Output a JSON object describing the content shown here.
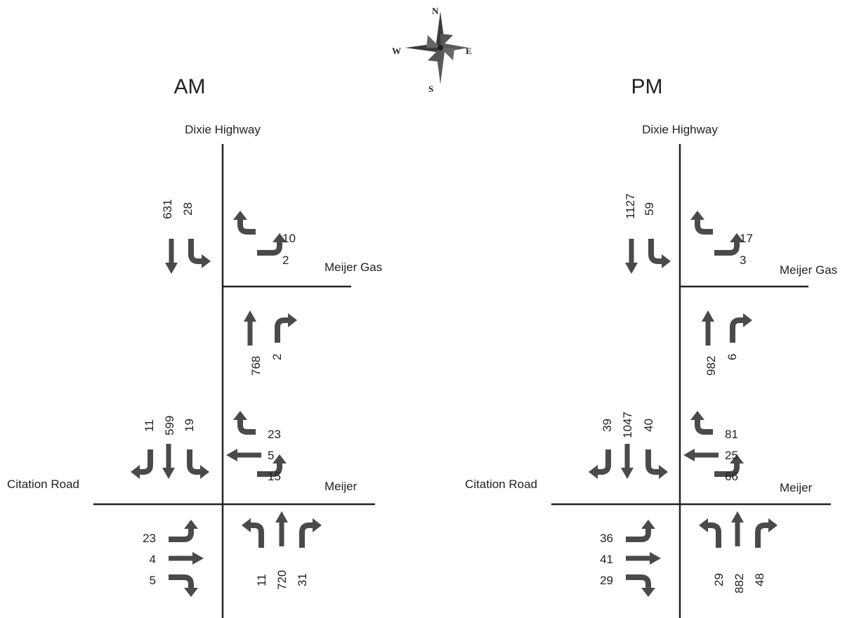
{
  "compass": {
    "n": "N",
    "s": "S",
    "e": "E",
    "w": "W"
  },
  "colors": {
    "arrow": "#4a4a4a",
    "road": "#222222",
    "text": "#222222"
  },
  "panels": [
    {
      "id": "am",
      "period": "AM",
      "streets": {
        "north": "Dixie Highway",
        "east_upper": "Meijer Gas",
        "west_lower": "Citation Road",
        "east_lower": "Meijer"
      },
      "upper_intersection": {
        "southbound": {
          "through": "631",
          "right": "28"
        },
        "westbound": {
          "u_turn": "10",
          "left": "2"
        },
        "northbound": {
          "through": "768",
          "right": "2"
        }
      },
      "lower_intersection": {
        "southbound": {
          "right": "11",
          "through": "599",
          "left": "19"
        },
        "westbound": {
          "left": "23",
          "through": "5",
          "right": "15"
        },
        "eastbound": {
          "left": "23",
          "through": "4",
          "right": "5"
        },
        "northbound": {
          "left": "11",
          "through": "720",
          "right": "31"
        }
      }
    },
    {
      "id": "pm",
      "period": "PM",
      "streets": {
        "north": "Dixie Highway",
        "east_upper": "Meijer Gas",
        "west_lower": "Citation Road",
        "east_lower": "Meijer"
      },
      "upper_intersection": {
        "southbound": {
          "through": "1127",
          "right": "59"
        },
        "westbound": {
          "u_turn": "17",
          "left": "3"
        },
        "northbound": {
          "through": "982",
          "right": "6"
        }
      },
      "lower_intersection": {
        "southbound": {
          "right": "39",
          "through": "1047",
          "left": "40"
        },
        "westbound": {
          "left": "81",
          "through": "25",
          "right": "66"
        },
        "eastbound": {
          "left": "36",
          "through": "41",
          "right": "29"
        },
        "northbound": {
          "left": "29",
          "through": "882",
          "right": "48"
        }
      }
    }
  ]
}
